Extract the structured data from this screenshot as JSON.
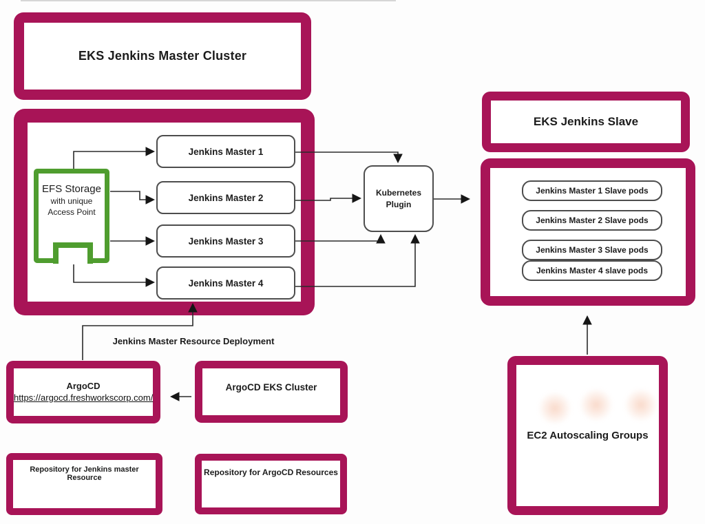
{
  "palette": {
    "crimson": "#a81457",
    "green": "#4f9d2f",
    "box_border": "#4d4d4d",
    "line": "#2b2b2b"
  },
  "master_cluster": {
    "title": "EKS Jenkins Master Cluster",
    "efs": {
      "line1": "EFS Storage",
      "line2": "with unique",
      "line3": "Access Point"
    },
    "masters": [
      "Jenkins Master 1",
      "Jenkins Master 2",
      "Jenkins Master 3",
      "Jenkins Master 4"
    ]
  },
  "kubernetes_plugin": {
    "line1": "Kubernetes",
    "line2": "Plugin"
  },
  "slave_cluster": {
    "title": "EKS Jenkins Slave",
    "pods": [
      "Jenkins  Master 1 Slave pods",
      "Jenkins Master 2 Slave pods",
      "Jenkins Master 3 Slave pods",
      "Jenkins Master 4 slave pods"
    ]
  },
  "deployment_label": "Jenkins Master Resource Deployment",
  "argocd": {
    "title": "ArgoCD",
    "url": "https://argocd.freshworkscorp.com/"
  },
  "argocd_eks": {
    "label": "ArgoCD EKS Cluster"
  },
  "repositories": {
    "jenkins": "Repository for Jenkins master Resource",
    "argocd": "Repository for ArgoCD Resources"
  },
  "ec2": {
    "label": "EC2 Autoscaling Groups"
  }
}
